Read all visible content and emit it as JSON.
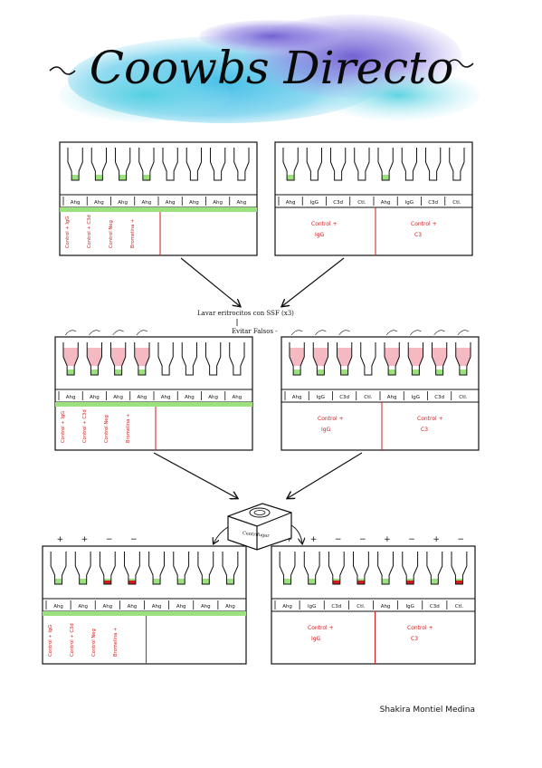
{
  "title": "Coowbs Directo",
  "author": "Shakira Montiel Medina",
  "center_label": "Centrifugar",
  "wash_step": "Lavar eritrocitos con SSF (x3)",
  "wash_note": "Evitar Falsos -",
  "left_labels": [
    "Ahg",
    "Ahg",
    "Ahg",
    "Ahg",
    "Ahg",
    "Ahg",
    "Ahg",
    "Ahg"
  ],
  "right_labels": [
    "Ahg",
    "IgG",
    "C3d",
    "Ctl.",
    "Ahg",
    "IgG",
    "C3d",
    "Ctl."
  ],
  "left_notes": [
    "Control + IgG",
    "Control + C3d",
    "Control Neg",
    "Bromelina +"
  ],
  "right_notes": [
    "Control + IgG",
    "Control + C3"
  ],
  "stage1_left_fill": [
    1,
    1,
    1,
    1,
    0,
    0,
    0,
    0
  ],
  "stage1_right_fill": [
    1,
    0,
    0,
    0,
    1,
    0,
    0,
    0
  ],
  "stage2_left_fill": [
    1,
    1,
    1,
    1,
    0,
    0,
    0,
    0
  ],
  "stage2_right_fill": [
    1,
    1,
    1,
    0,
    1,
    1,
    1,
    1
  ],
  "results_left": [
    "+",
    "+",
    "−",
    "−",
    "",
    "",
    "",
    ""
  ],
  "results_right": [
    "+",
    "+",
    "−",
    "−",
    "+",
    "−",
    "+",
    "−"
  ],
  "colors": {
    "ink": "#111111",
    "tube_fill": "#9be27f",
    "red_cells": "#f5b9c2",
    "red_ink": "#d11b1b",
    "green_bar": "#9be27f",
    "watercolor_a": "#5ec6e6",
    "watercolor_b": "#7b6fd3"
  }
}
